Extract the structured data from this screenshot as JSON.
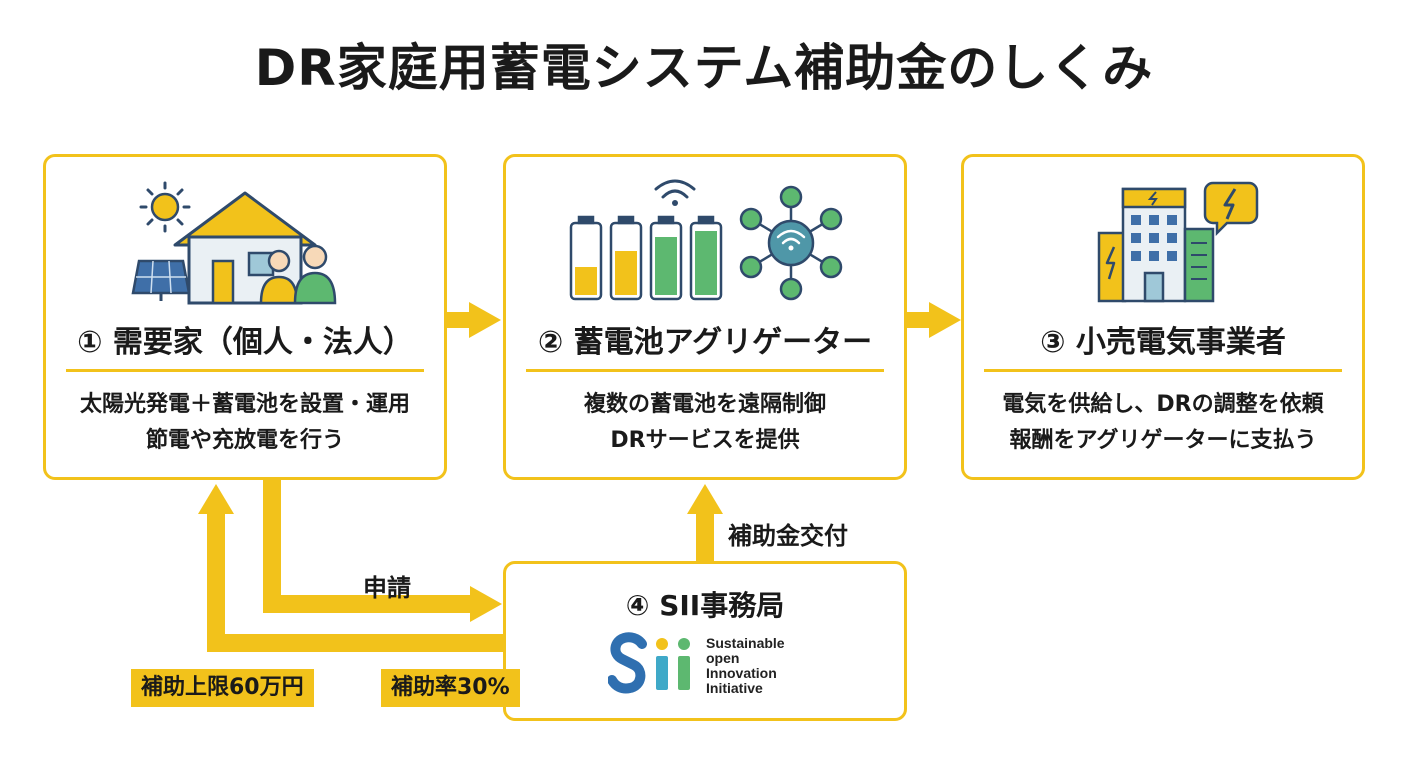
{
  "title": "DR家庭用蓄電システム補助金のしくみ",
  "nodes": [
    {
      "id": "consumer",
      "title": "① 需要家（個人・法人）",
      "desc": [
        "太陽光発電＋蓄電池を設置・運用",
        "節電や充放電を行う"
      ],
      "icon": "house-solar-family-icon"
    },
    {
      "id": "aggregator",
      "title": "② 蓄電池アグリゲーター",
      "desc": [
        "複数の蓄電池を遠隔制御",
        "DRサービスを提供"
      ],
      "icon": "batteries-network-icon"
    },
    {
      "id": "retailer",
      "title": "③ 小売電気事業者",
      "desc": [
        "電気を供給し、DRの調整を依頼",
        "報酬をアグリゲーターに支払う"
      ],
      "icon": "power-building-icon"
    },
    {
      "id": "sii",
      "title": "④ SII事務局",
      "icon": "sii-logo",
      "logo_text": [
        "Sustainable",
        "open",
        "Innovation",
        "Initiative"
      ]
    }
  ],
  "edges": [
    {
      "from": "consumer",
      "to": "aggregator",
      "label": ""
    },
    {
      "from": "aggregator",
      "to": "retailer",
      "label": ""
    },
    {
      "from": "consumer",
      "to": "sii",
      "label": "申請"
    },
    {
      "from": "sii",
      "to": "aggregator",
      "label": "補助金交付"
    },
    {
      "from": "sii",
      "to": "consumer",
      "label": ""
    }
  ],
  "badges": {
    "limit": "補助上限60万円",
    "rate": "補助率30%"
  },
  "colors": {
    "accent": "#F2C21B",
    "green": "#5DB870",
    "teal": "#4F97A8",
    "navy": "#2F4A6B"
  }
}
